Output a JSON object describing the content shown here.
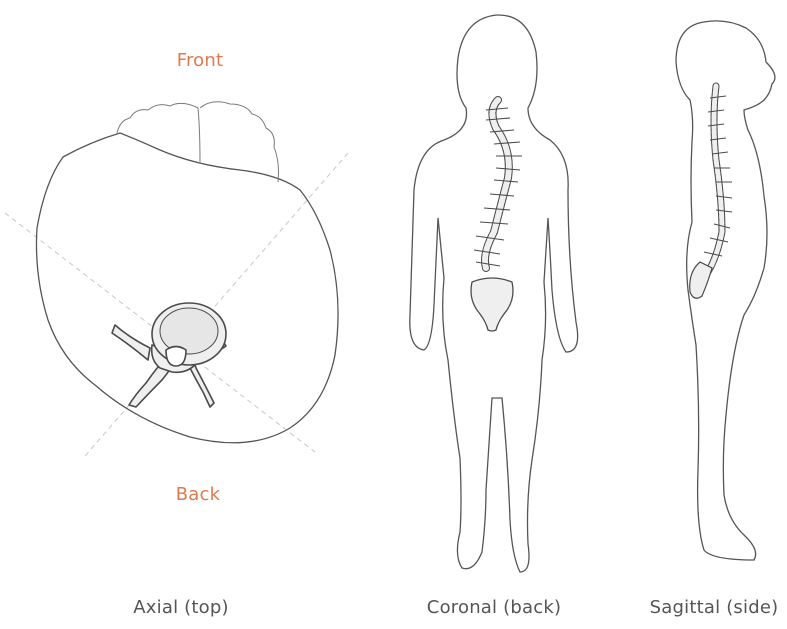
{
  "colors": {
    "outline": "#555555",
    "fine": "#7a7a7a",
    "guide": "#c8c8c8",
    "bone_fill": "#efefef",
    "bone_stroke": "#4a4a4a",
    "accent": "#e07a4e",
    "label": "#555555"
  },
  "axial": {
    "front_label": "Front",
    "back_label": "Back",
    "caption": "Axial (top)"
  },
  "coronal": {
    "caption": "Coronal  (back)"
  },
  "sagittal": {
    "caption": "Sagittal (side)"
  }
}
